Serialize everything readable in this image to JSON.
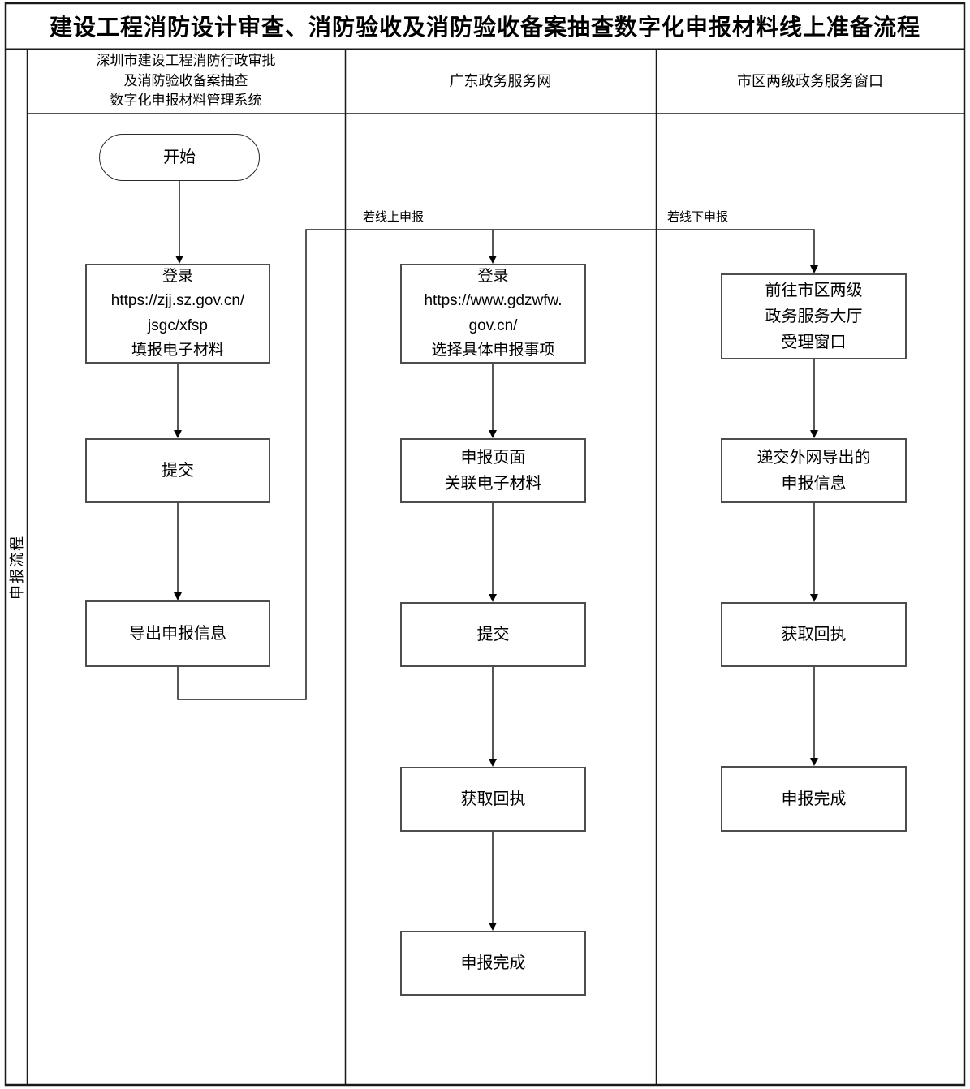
{
  "title": "建设工程消防设计审查、消防验收及消防验收备案抽查数字化申报材料线上准备流程",
  "side_label": "申报流程",
  "lanes": [
    {
      "header": "深圳市建设工程消防行政审批\n及消防验收备案抽查\n数字化申报材料管理系统"
    },
    {
      "header": "广东政务服务网"
    },
    {
      "header": "市区两级政务服务窗口"
    }
  ],
  "nodes": {
    "start": "开始",
    "lane1_login": "登录\nhttps://zjj.sz.gov.cn/\njsgc/xfsp\n填报电子材料",
    "lane1_submit": "提交",
    "lane1_export": "导出申报信息",
    "lane2_login": "登录\nhttps://www.gdzwfw.\ngov.cn/\n选择具体申报事项",
    "lane2_page": "申报页面\n关联电子材料",
    "lane2_submit": "提交",
    "lane2_receipt": "获取回执",
    "lane2_done": "申报完成",
    "lane3_go": "前往市区两级\n政务服务大厅\n受理窗口",
    "lane3_deliver": "递交外网导出的\n申报信息",
    "lane3_receipt": "获取回执",
    "lane3_done": "申报完成"
  },
  "edge_labels": {
    "online": "若线上申报",
    "offline": "若线下申报"
  },
  "colors": {
    "background": "#ffffff",
    "grid_line": "#1a1a1a",
    "box_border": "#4d4d4d",
    "connector": "#1f1f1f",
    "text": "#000000"
  }
}
